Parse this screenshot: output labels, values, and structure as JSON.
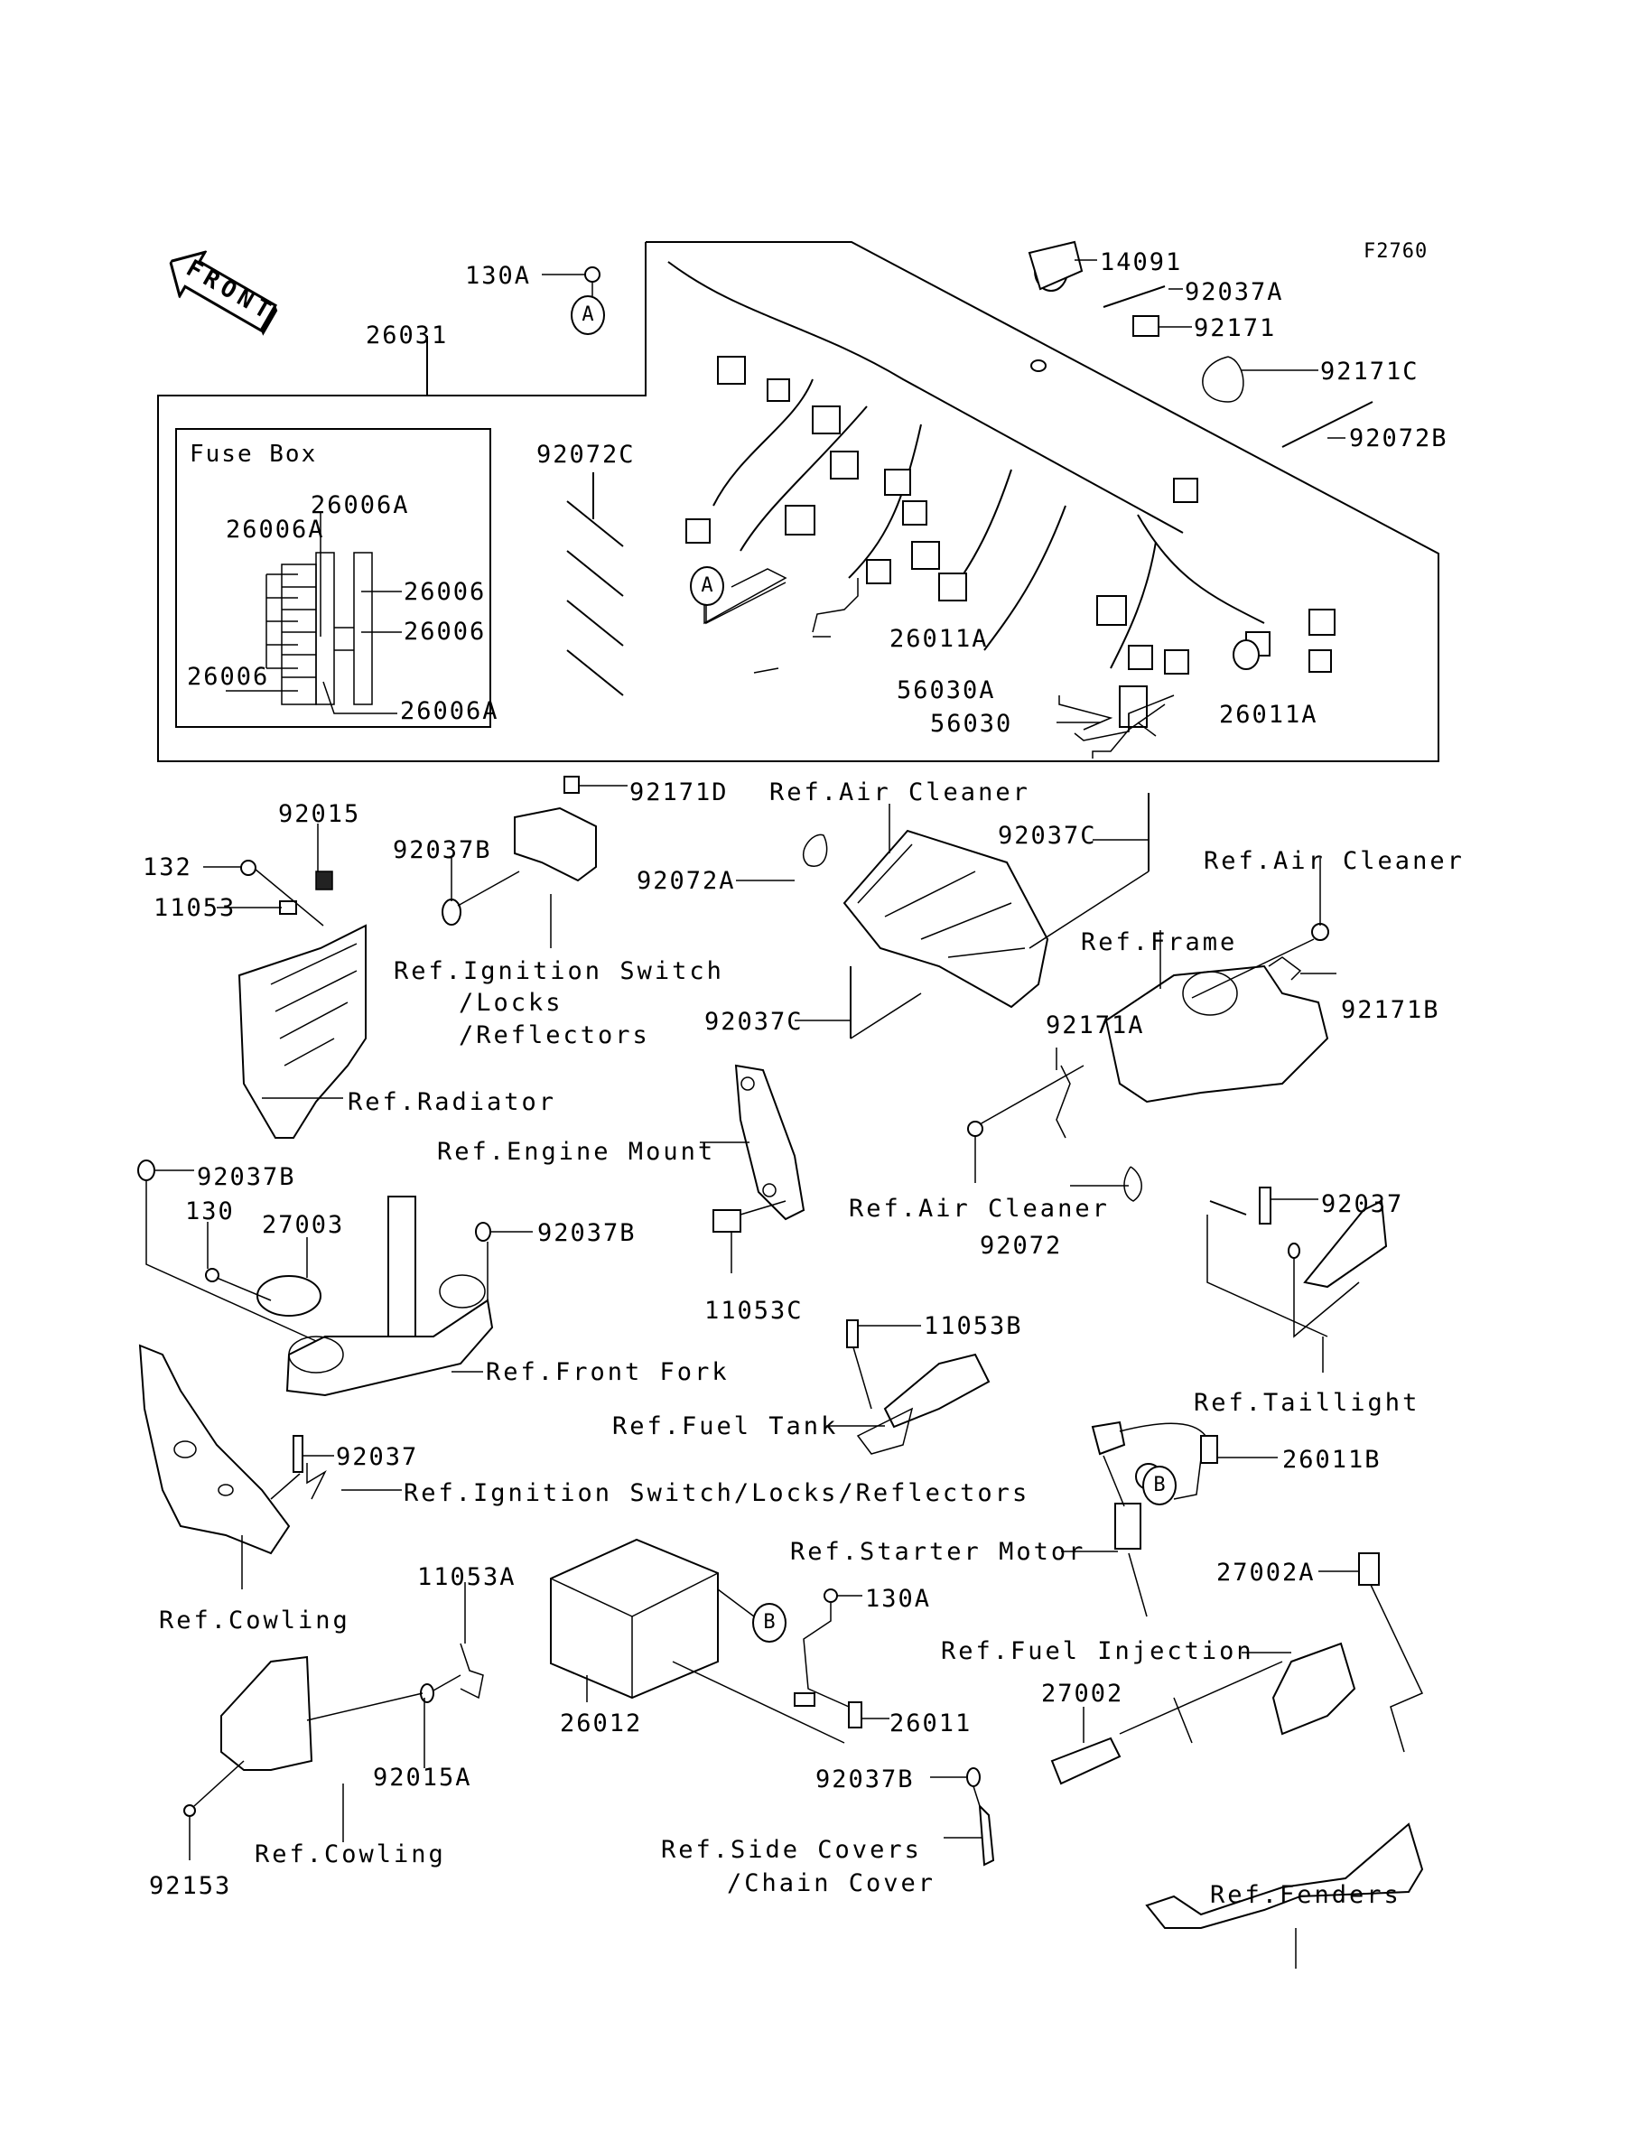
{
  "diagram": {
    "figure_code": "F2760",
    "front_indicator": "FRONT",
    "callout_markers": {
      "a": "A",
      "b": "B"
    },
    "harness_box": {
      "part_number": "26031",
      "fuse_box": {
        "title": "Fuse Box",
        "labels": [
          "26006A",
          "26006A",
          "26006",
          "26006",
          "26006",
          "26006A"
        ]
      },
      "parts": [
        "92072C",
        "26011A",
        "56030A",
        "56030",
        "26011A"
      ]
    },
    "top_parts": [
      "130A",
      "14091",
      "92037A",
      "92171",
      "92171C",
      "92072B"
    ],
    "labels": {
      "p92015": "92015",
      "p132": "132",
      "p11053": "11053",
      "p92037B_a": "92037B",
      "p92171D": "92171D",
      "ref_air_cleaner_1": "Ref.Air Cleaner",
      "p92072A": "92072A",
      "p92037C_a": "92037C",
      "ref_air_cleaner_2": "Ref.Air Cleaner",
      "ref_frame": "Ref.Frame",
      "ref_ignition_1": "Ref.Ignition Switch",
      "ref_ignition_2": "/Locks",
      "ref_ignition_3": "/Reflectors",
      "p92037C_b": "92037C",
      "p92171A": "92171A",
      "p92171B": "92171B",
      "ref_radiator": "Ref.Radiator",
      "ref_engine_mount": "Ref.Engine Mount",
      "ref_air_cleaner_3": "Ref.Air Cleaner",
      "p92072": "92072",
      "p92037B_b": "92037B",
      "p130": "130",
      "p27003": "27003",
      "p92037B_c": "92037B",
      "p11053C": "11053C",
      "p92037_a": "92037",
      "p11053B": "11053B",
      "ref_front_fork": "Ref.Front Fork",
      "ref_taillight": "Ref.Taillight",
      "ref_fuel_tank": "Ref.Fuel Tank",
      "p92037_b": "92037",
      "ref_ignition_full": "Ref.Ignition Switch/Locks/Reflectors",
      "p26011B": "26011B",
      "ref_starter_motor": "Ref.Starter Motor",
      "p11053A": "11053A",
      "p130A_b": "130A",
      "p27002A": "27002A",
      "ref_cowling_1": "Ref.Cowling",
      "ref_fuel_injection": "Ref.Fuel Injection",
      "p27002": "27002",
      "p26012": "26012",
      "p26011": "26011",
      "p92015A": "92015A",
      "p92037B_d": "92037B",
      "ref_side_covers_1": "Ref.Side Covers",
      "ref_side_covers_2": "/Chain Cover",
      "ref_cowling_2": "Ref.Cowling",
      "p92153": "92153",
      "ref_fenders": "Ref.Fenders"
    }
  }
}
